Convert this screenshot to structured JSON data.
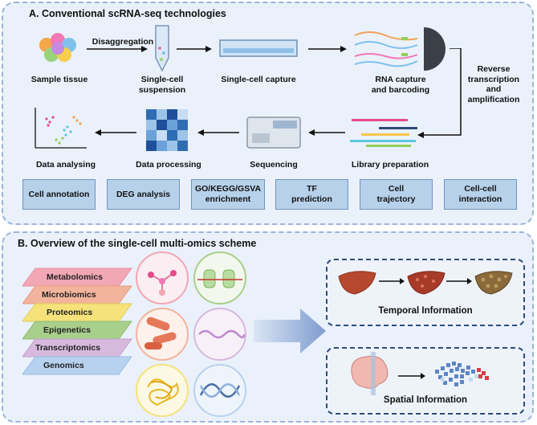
{
  "panel_a": {
    "title": "A. Conventional scRNA-seq technologies",
    "steps": {
      "sample": "Sample tissue",
      "disaggregation": "Disaggregation",
      "suspension": "Single-cell\nsuspension",
      "capture": "Single-cell capture",
      "rna": "RNA capture\nand barcoding",
      "reverse": "Reverse\ntranscription\nand\namplification",
      "library": "Library preparation",
      "sequencing": "Sequencing",
      "processing": "Data processing",
      "analysing": "Data analysing"
    },
    "boxes": [
      "Cell annotation",
      "DEG analysis",
      "GO/KEGG/GSVA\nenrichment",
      "TF\nprediction",
      "Cell\ntrajectory",
      "Cell-cell\ninteraction"
    ]
  },
  "panel_b": {
    "title": "B. Overview of the single-cell multi-omics scheme",
    "layers": [
      "Metabolomics",
      "Microbiomics",
      "Proteomics",
      "Epigenetics",
      "Transcriptomics",
      "Genomics"
    ],
    "temporal": "Temporal Information",
    "spatial": "Spatial Information"
  },
  "colors": {
    "panel_bg": "#eaf1fb",
    "box_bg": "#b7d1ea",
    "layers": [
      "#f2a7b4",
      "#f2b49c",
      "#f5e27a",
      "#a9cf8c",
      "#d7b9de",
      "#b7d2ef"
    ]
  }
}
